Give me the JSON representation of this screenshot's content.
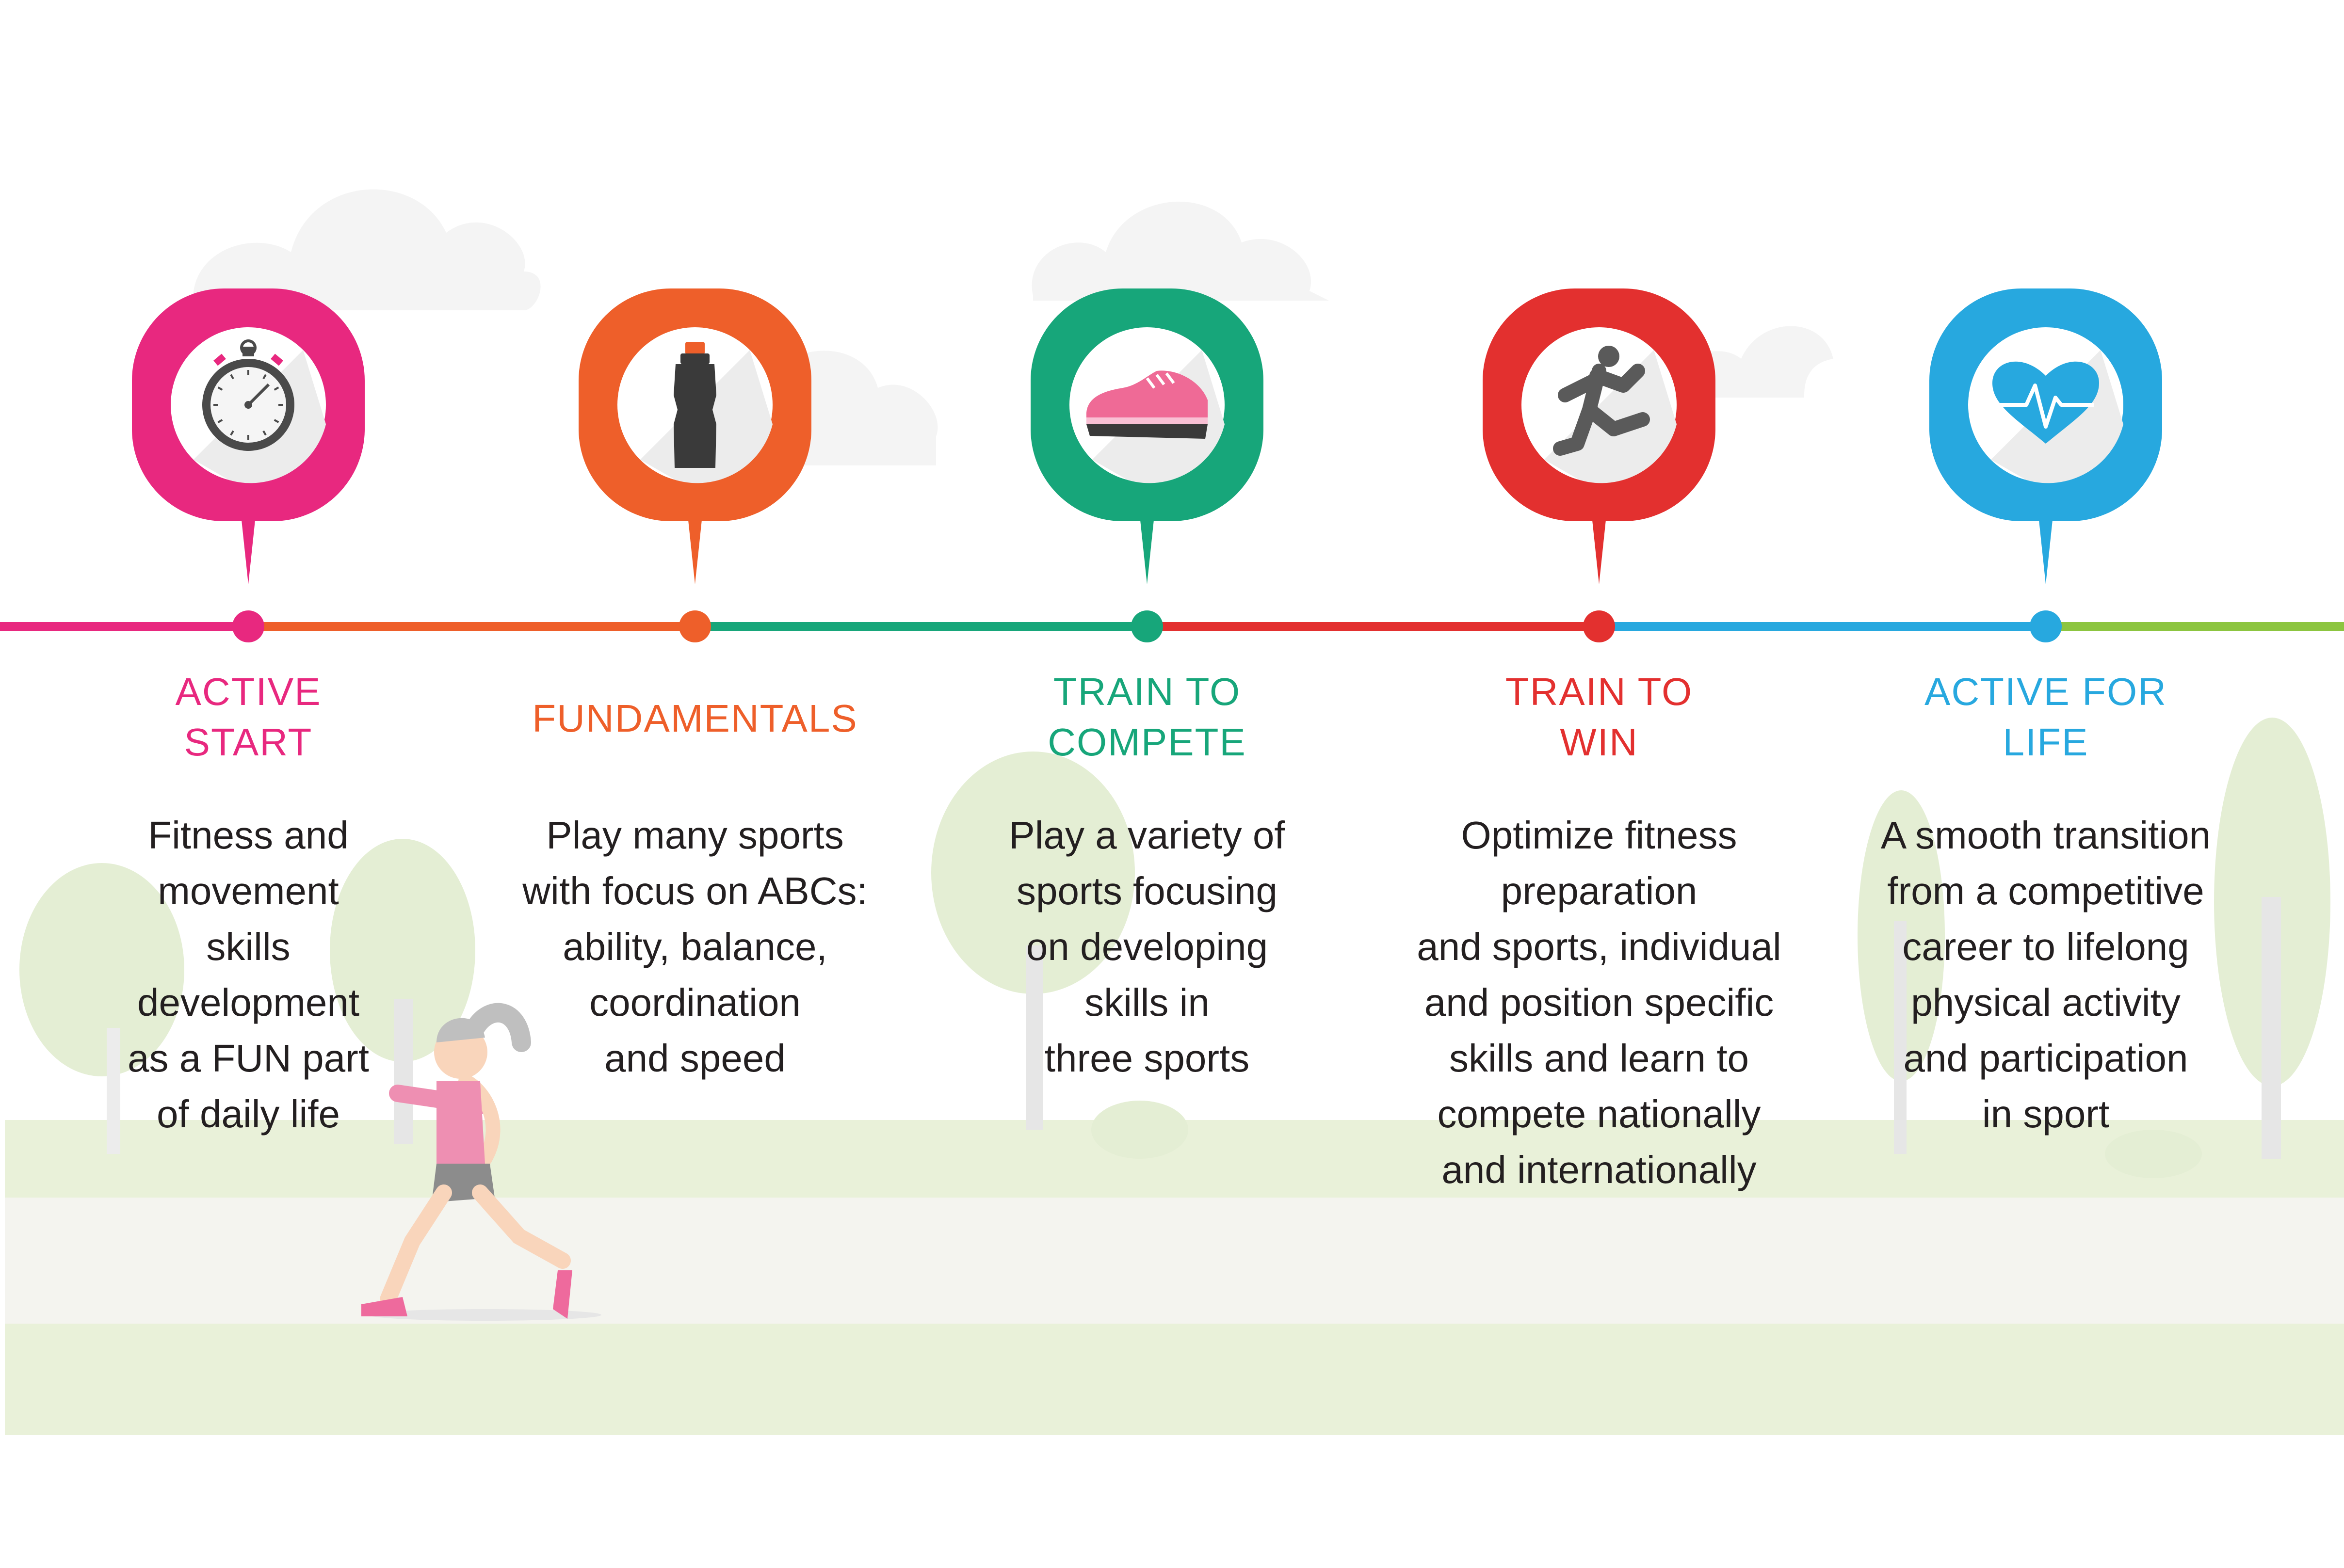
{
  "stages": [
    {
      "title": "ACTIVE\nSTART",
      "description": "Fitness and\nmovement\nskills\ndevelopment\nas a FUN part\nof daily life",
      "color": "#e8287f",
      "icon": "stopwatch-icon"
    },
    {
      "title": "FUNDAMENTALS",
      "description": "Play many sports\nwith focus on ABCs:\nability, balance,\ncoordination\nand speed",
      "color": "#ee5f2a",
      "icon": "water-bottle-icon"
    },
    {
      "title": "TRAIN TO\nCOMPETE",
      "description": "Play a variety of\nsports focusing\non developing\nskills in\nthree sports",
      "color": "#17a67a",
      "icon": "sneaker-icon"
    },
    {
      "title": "TRAIN TO\nWIN",
      "description": "Optimize fitness\npreparation\nand sports, individual\nand position specific\nskills and learn to\ncompete nationally\nand internationally",
      "color": "#e3302f",
      "icon": "running-person-icon"
    },
    {
      "title": "ACTIVE FOR\nLIFE",
      "description": "A smooth transition\nfrom a competitive\ncareer to lifelong\nphysical activity\nand participation\nin sport",
      "color": "#27a8df",
      "icon": "heartbeat-icon"
    }
  ],
  "timeline_end_color": "#8cc540",
  "background": {
    "grass_color": "#e9f1d9",
    "path_color": "#f4f4ef",
    "tree_color": "#e4eed4",
    "cloud_color": "#f5f5f5"
  }
}
